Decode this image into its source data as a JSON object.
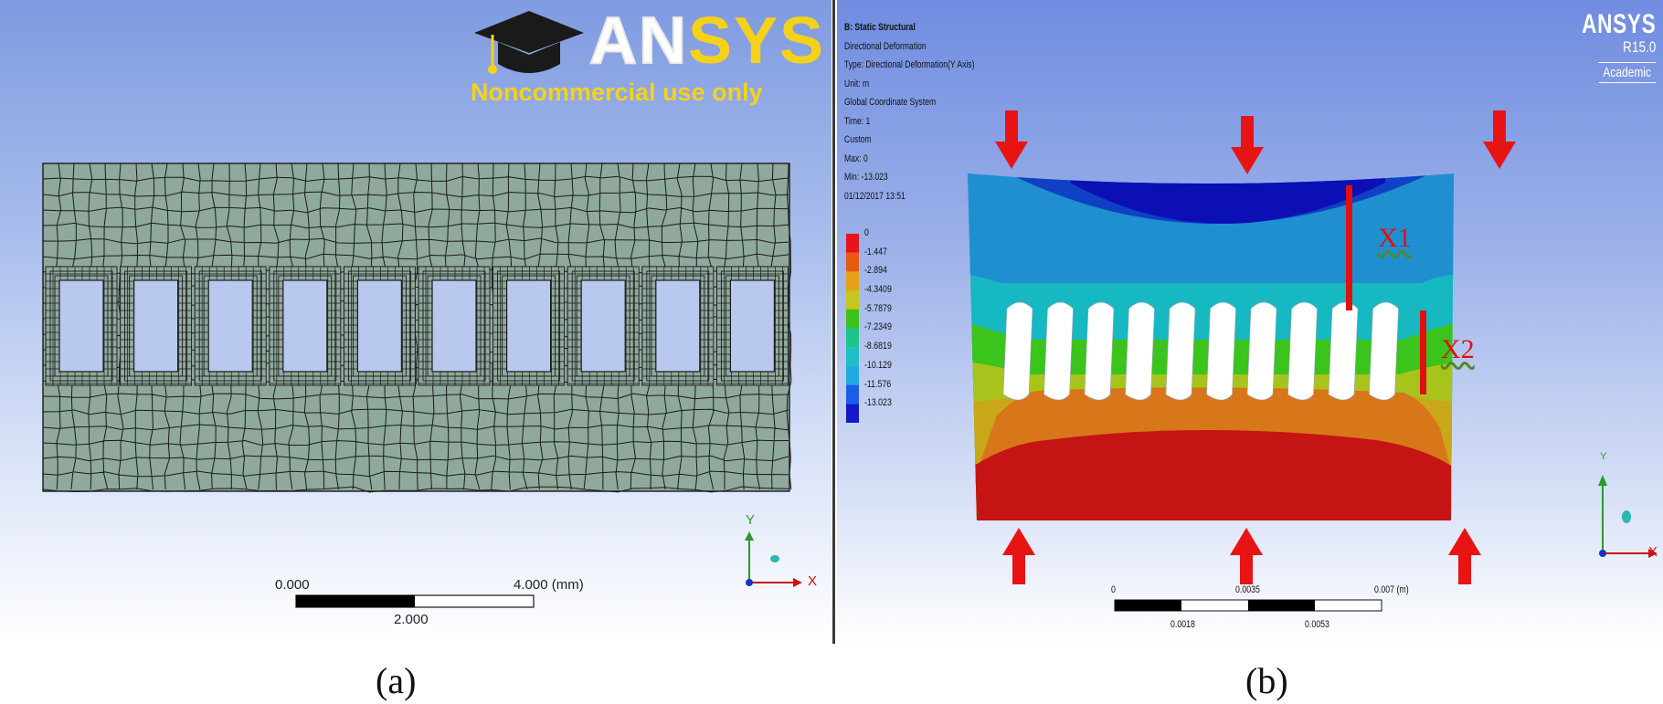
{
  "panel_a": {
    "logo": {
      "brand_prefix": "AN",
      "brand_suffix": "SYS",
      "notice": "Noncommercial use only"
    },
    "scale_bar": {
      "left_label": "0.000",
      "right_label": "4.000 (mm)",
      "mid_label": "2.000"
    },
    "axes": {
      "y": "Y",
      "x": "X"
    },
    "caption": "(a)"
  },
  "panel_b": {
    "info": {
      "title": "B: Static Structural",
      "result": "Directional Deformation",
      "type": "Type: Directional Deformation(Y Axis)",
      "unit": "Unit: m",
      "coord": "Global Coordinate System",
      "time": "Time: 1",
      "custom": "Custom",
      "max": "Max: 0",
      "min": "Min: -13.023",
      "date": "01/12/2017 13:51"
    },
    "brand": {
      "name": "ANSYS",
      "version": "R15.0",
      "license": "Academic"
    },
    "legend": {
      "labels": [
        "0",
        "-1.447",
        "-2.894",
        "-4.3409",
        "-5.7879",
        "-7.2349",
        "-8.6819",
        "-10.129",
        "-11.576",
        "-13.023"
      ],
      "colors": [
        "#e8141b",
        "#e85a10",
        "#e8a018",
        "#c6c61c",
        "#3cc21a",
        "#1ec48a",
        "#1ebfc4",
        "#22a8e2",
        "#1a5ee6",
        "#1418c8"
      ]
    },
    "scale_bar": {
      "top_left": "0",
      "top_mid": "0.0035",
      "top_right": "0.007 (m)",
      "bottom_a": "0.0018",
      "bottom_b": "0.0053"
    },
    "markers": {
      "x1": "X1",
      "x2": "X2"
    },
    "axes": {
      "y": "Y",
      "x": "X"
    },
    "caption": "(b)"
  }
}
